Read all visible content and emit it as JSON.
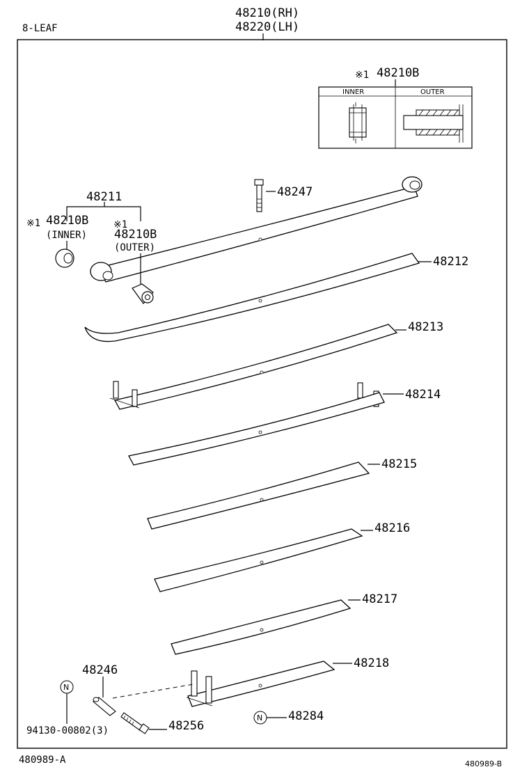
{
  "header": {
    "leaf_count": "8-LEAF",
    "assembly_rh": "48210(RH)",
    "assembly_lh": "48220(LH)"
  },
  "inset": {
    "mark": "※1",
    "part": "48210B",
    "col_inner": "INNER",
    "col_outer": "OUTER"
  },
  "labels": {
    "p48211": "48211",
    "p48247": "48247",
    "bushing_inner_mark": "※1",
    "bushing_inner_part": "48210B",
    "bushing_inner_note": "(INNER)",
    "bushing_outer_mark": "※1",
    "bushing_outer_part": "48210B",
    "bushing_outer_note": "(OUTER)",
    "p48212": "48212",
    "p48213": "48213",
    "p48214": "48214",
    "p48215": "48215",
    "p48216": "48216",
    "p48217": "48217",
    "p48218": "48218",
    "p48246": "48246",
    "n_mark_left": "N",
    "p94130": "94130-00802(3)",
    "p48256": "48256",
    "n_mark_right": "N",
    "p48284": "48284"
  },
  "footer": {
    "left_code": "480989-A",
    "right_code": "480989-B"
  }
}
